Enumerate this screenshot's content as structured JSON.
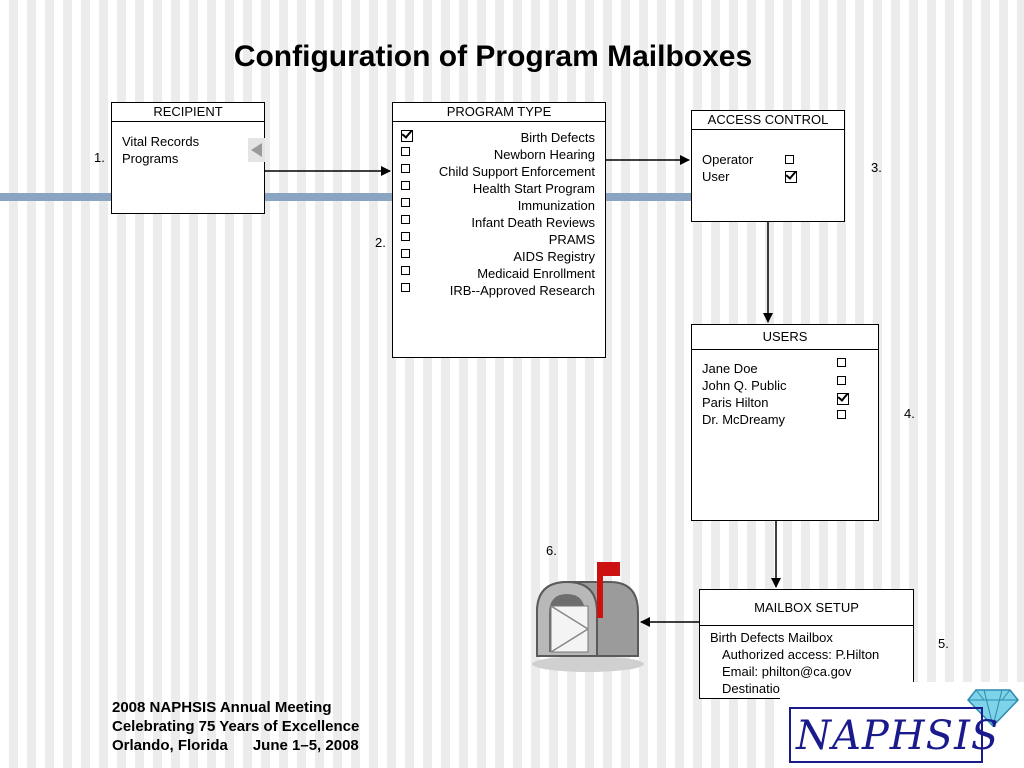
{
  "title": "Configuration of Program Mailboxes",
  "recipient": {
    "header": "RECIPIENT",
    "line1": "Vital Records",
    "line2": "Programs"
  },
  "program_type": {
    "header": "PROGRAM TYPE",
    "items": [
      {
        "label": "Birth Defects",
        "checked": true
      },
      {
        "label": "Newborn Hearing",
        "checked": false
      },
      {
        "label": "Child Support Enforcement",
        "checked": false
      },
      {
        "label": "Health Start Program",
        "checked": false
      },
      {
        "label": "Immunization",
        "checked": false
      },
      {
        "label": "Infant Death Reviews",
        "checked": false
      },
      {
        "label": "PRAMS",
        "checked": false
      },
      {
        "label": "AIDS Registry",
        "checked": false
      },
      {
        "label": "Medicaid Enrollment",
        "checked": false
      },
      {
        "label": "IRB--Approved Research",
        "checked": false
      }
    ]
  },
  "access_control": {
    "header": "ACCESS CONTROL",
    "items": [
      {
        "label": "Operator",
        "checked": false
      },
      {
        "label": "User",
        "checked": true
      }
    ]
  },
  "users": {
    "header": "USERS",
    "items": [
      {
        "label": "Jane Doe",
        "checked": false
      },
      {
        "label": "John Q. Public",
        "checked": false
      },
      {
        "label": "Paris Hilton",
        "checked": true
      },
      {
        "label": "Dr. McDreamy",
        "checked": false
      }
    ]
  },
  "mailbox_setup": {
    "header": "MAILBOX SETUP",
    "lines": [
      "Birth Defects Mailbox",
      "Authorized access: P.Hilton",
      "Email: philton@ca.gov",
      "Destination ID xxcythol"
    ]
  },
  "step_numbers": [
    "1.",
    "2.",
    "3.",
    "4.",
    "5.",
    "6."
  ],
  "footer": {
    "line1": "2008 NAPHSIS Annual Meeting",
    "line2": "Celebrating 75 Years of Excellence",
    "line3": "Orlando, Florida      June 1–5, 2008"
  },
  "logo_text": "NAPHSIS",
  "colors": {
    "band": "#8ba4c2",
    "mailbox_flag": "#cc1111",
    "logo": "#1a1a8c",
    "diamond": "#7fd3e8"
  }
}
